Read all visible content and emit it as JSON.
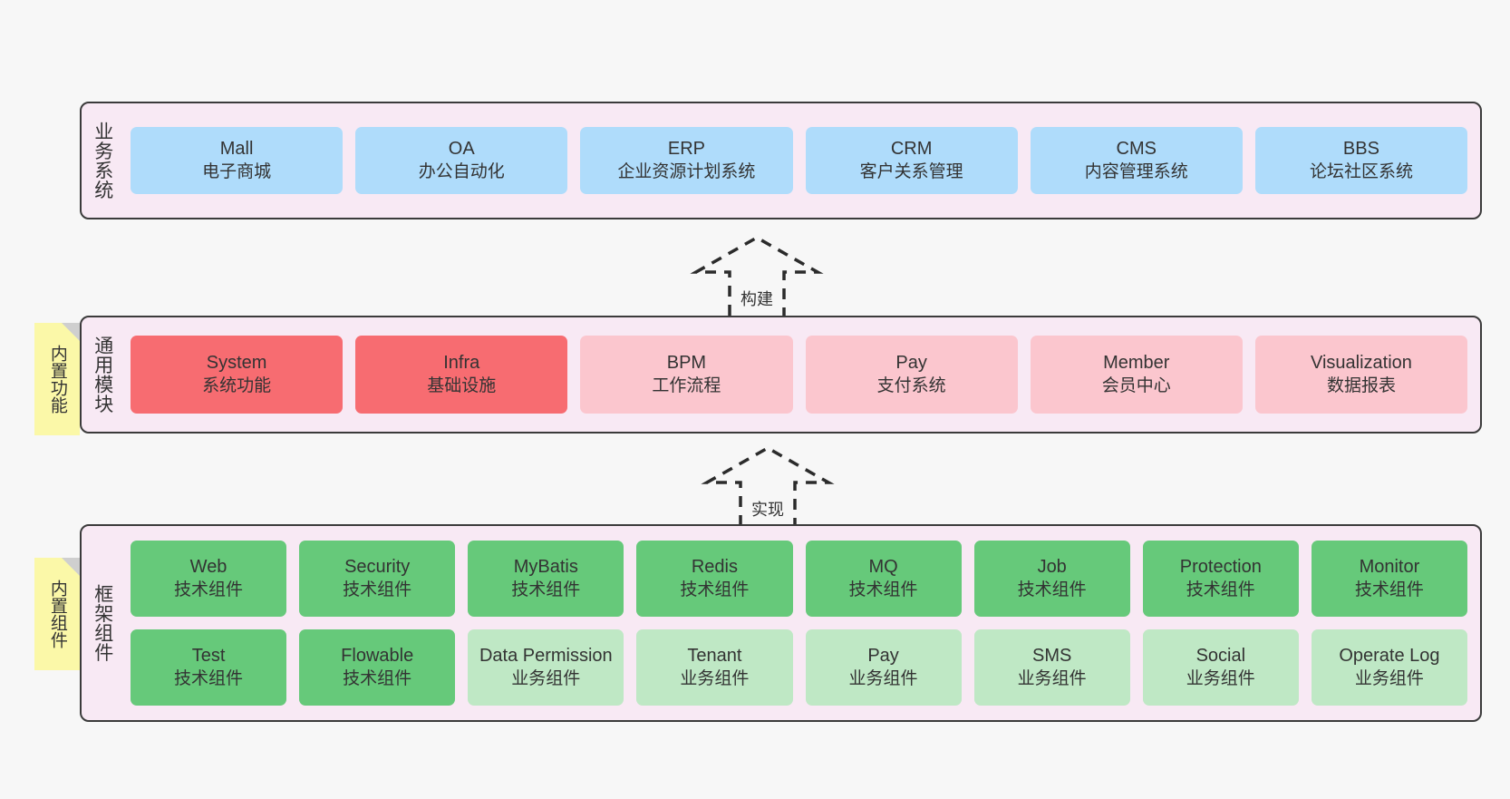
{
  "colors": {
    "canvas_bg": "#f7f7f7",
    "panel_bg": "#f8e9f4",
    "panel_border": "#3b3b3b",
    "blue": "#afdcfb",
    "red": "#f76c71",
    "pink": "#fbc6ce",
    "green": "#66c97a",
    "light_green": "#bfe8c5",
    "note_yellow": "#fbf8a8",
    "note_fold": "#cfcfcf"
  },
  "layers": {
    "business": {
      "title": "业务系统",
      "items": [
        {
          "name": "Mall",
          "desc": "电子商城"
        },
        {
          "name": "OA",
          "desc": "办公自动化"
        },
        {
          "name": "ERP",
          "desc": "企业资源计划系统"
        },
        {
          "name": "CRM",
          "desc": "客户关系管理"
        },
        {
          "name": "CMS",
          "desc": "内容管理系统"
        },
        {
          "name": "BBS",
          "desc": "论坛社区系统"
        }
      ]
    },
    "common": {
      "title": "通用模块",
      "note": "内置功能",
      "items": [
        {
          "name": "System",
          "desc": "系统功能"
        },
        {
          "name": "Infra",
          "desc": "基础设施"
        },
        {
          "name": "BPM",
          "desc": "工作流程"
        },
        {
          "name": "Pay",
          "desc": "支付系统"
        },
        {
          "name": "Member",
          "desc": "会员中心"
        },
        {
          "name": "Visualization",
          "desc": "数据报表"
        }
      ]
    },
    "framework": {
      "title": "框架组件",
      "note": "内置组件",
      "row1": [
        {
          "name": "Web",
          "desc": "技术组件"
        },
        {
          "name": "Security",
          "desc": "技术组件"
        },
        {
          "name": "MyBatis",
          "desc": "技术组件"
        },
        {
          "name": "Redis",
          "desc": "技术组件"
        },
        {
          "name": "MQ",
          "desc": "技术组件"
        },
        {
          "name": "Job",
          "desc": "技术组件"
        },
        {
          "name": "Protection",
          "desc": "技术组件"
        },
        {
          "name": "Monitor",
          "desc": "技术组件"
        }
      ],
      "row2": [
        {
          "name": "Test",
          "desc": "技术组件"
        },
        {
          "name": "Flowable",
          "desc": "技术组件"
        },
        {
          "name": "Data Permission",
          "desc": "业务组件"
        },
        {
          "name": "Tenant",
          "desc": "业务组件"
        },
        {
          "name": "Pay",
          "desc": "业务组件"
        },
        {
          "name": "SMS",
          "desc": "业务组件"
        },
        {
          "name": "Social",
          "desc": "业务组件"
        },
        {
          "name": "Operate Log",
          "desc": "业务组件"
        }
      ]
    }
  },
  "arrows": {
    "build": "构建",
    "realize": "实现"
  }
}
